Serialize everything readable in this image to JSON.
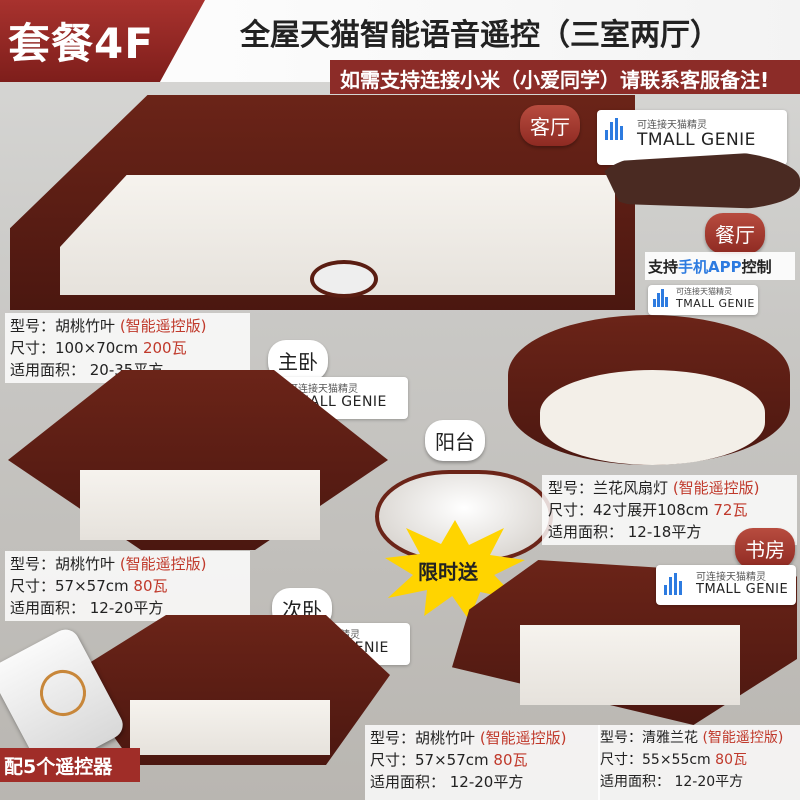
{
  "header": {
    "package_label": "套餐4F",
    "title": "全屋天猫智能语音遥控（三室两厅）",
    "subtitle": "如需支持连接小米（小爱同学）请联系客服备注!"
  },
  "rooms": {
    "living": "客厅",
    "dining": "餐厅",
    "master": "主卧",
    "balcony": "阳台",
    "second": "次卧",
    "study": "书房"
  },
  "tmall": {
    "cn": "可连接天猫精灵",
    "en": "TMALL GENIE"
  },
  "app_support": {
    "prefix": "支持",
    "highlight": "手机APP",
    "suffix": "控制"
  },
  "promo": "限时送",
  "remote_label": "配5个遥控器",
  "specs": {
    "living": {
      "model_prefix": "型号：",
      "model": "胡桃竹叶",
      "tag": "(智能遥控版)",
      "size_prefix": "尺寸：",
      "size": "100×70cm",
      "watt": "200瓦",
      "area": "适用面积：  20-35平方"
    },
    "master": {
      "model_prefix": "型号：",
      "model": "胡桃竹叶",
      "tag": "(智能遥控版)",
      "size_prefix": "尺寸：",
      "size": "57×57cm",
      "watt": "80瓦",
      "area": "适用面积：  12-20平方"
    },
    "dining": {
      "model_prefix": "型号：",
      "model": "兰花风扇灯",
      "tag": "(智能遥控版)",
      "size_prefix": "尺寸：",
      "size": "42寸展开108cm",
      "watt": "72瓦",
      "area": "适用面积：  12-18平方"
    },
    "second": {
      "model_prefix": "型号：",
      "model": "胡桃竹叶",
      "tag": "(智能遥控版)",
      "size_prefix": "尺寸：",
      "size": "57×57cm",
      "watt": "80瓦",
      "area": "适用面积：  12-20平方"
    },
    "study": {
      "model_prefix": "型号：",
      "model": "清雅兰花",
      "tag": "(智能遥控版)",
      "size_prefix": "尺寸：",
      "size": "55×55cm",
      "watt": "80瓦",
      "area": "适用面积：  12-20平方"
    }
  },
  "colors": {
    "accent": "#8c2c28",
    "price": "#c0392b",
    "tmall_blue": "#2d7be0",
    "promo": "#ffd400"
  }
}
